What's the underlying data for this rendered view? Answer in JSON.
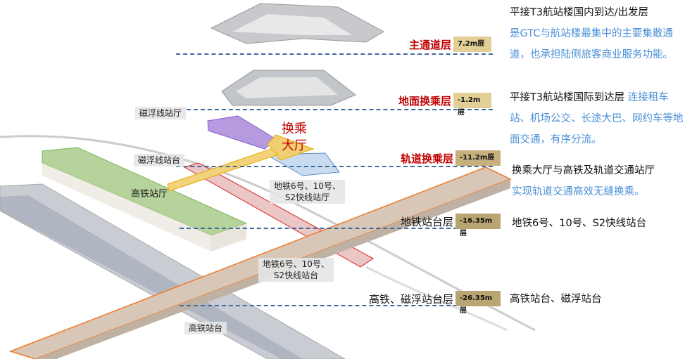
{
  "levels": [
    {
      "name": "主通道层",
      "elevation": "7.2m层",
      "style": "red",
      "badge_color": "#e2cf95"
    },
    {
      "name": "地面换乘层",
      "elevation": "-1.2m层",
      "style": "red",
      "badge_color": "#e2cf95"
    },
    {
      "name": "轨道换乘层",
      "elevation": "-11.2m层",
      "style": "red",
      "badge_color": "#c7b07e"
    },
    {
      "name": "地铁站台层",
      "elevation": "-16.35m层",
      "style": "black",
      "badge_color": "#b9a572"
    },
    {
      "name": "高铁、磁浮站台层",
      "elevation": "-26.35m层",
      "style": "black",
      "badge_color": "#b9a572"
    }
  ],
  "descriptions": {
    "main": {
      "black": "平接T3航站楼国内到达/出发层",
      "blue": "是GTC与航站楼最集中的主要集散通道，也承担陆侧旅客商业服务功能。"
    },
    "ground": {
      "black": "平接T3航站楼国际到达层",
      "blue": "连接租车站、机场公交、长途大巴、网约车等地面交通，有序分流。"
    },
    "rail": {
      "black": "换乘大厅与高铁及轨道交通站厅",
      "blue": "实现轨道交通高效无缝换乘。"
    },
    "metro": {
      "black": "地铁6号、10号、S2快线站台"
    },
    "hsr": {
      "black": "高铁站台、磁浮站台"
    }
  },
  "diagram_labels": {
    "maglev_hall": "磁浮线站厅",
    "maglev_platform": "磁浮线站台",
    "transfer_hall_1": "换乘",
    "transfer_hall_2": "大厅",
    "hsr_hall": "高铁站厅",
    "metro_hall_1": "地铁6号、10号、",
    "metro_hall_2": "S2快线站厅",
    "metro_platform_1": "地铁6号、10号、",
    "metro_platform_2": "S2快线站台",
    "hsr_platform": "高铁站台"
  },
  "colors": {
    "accent_red": "#c00000",
    "blue_text": "#4a8fd6",
    "dash": "#3d6a9e"
  }
}
